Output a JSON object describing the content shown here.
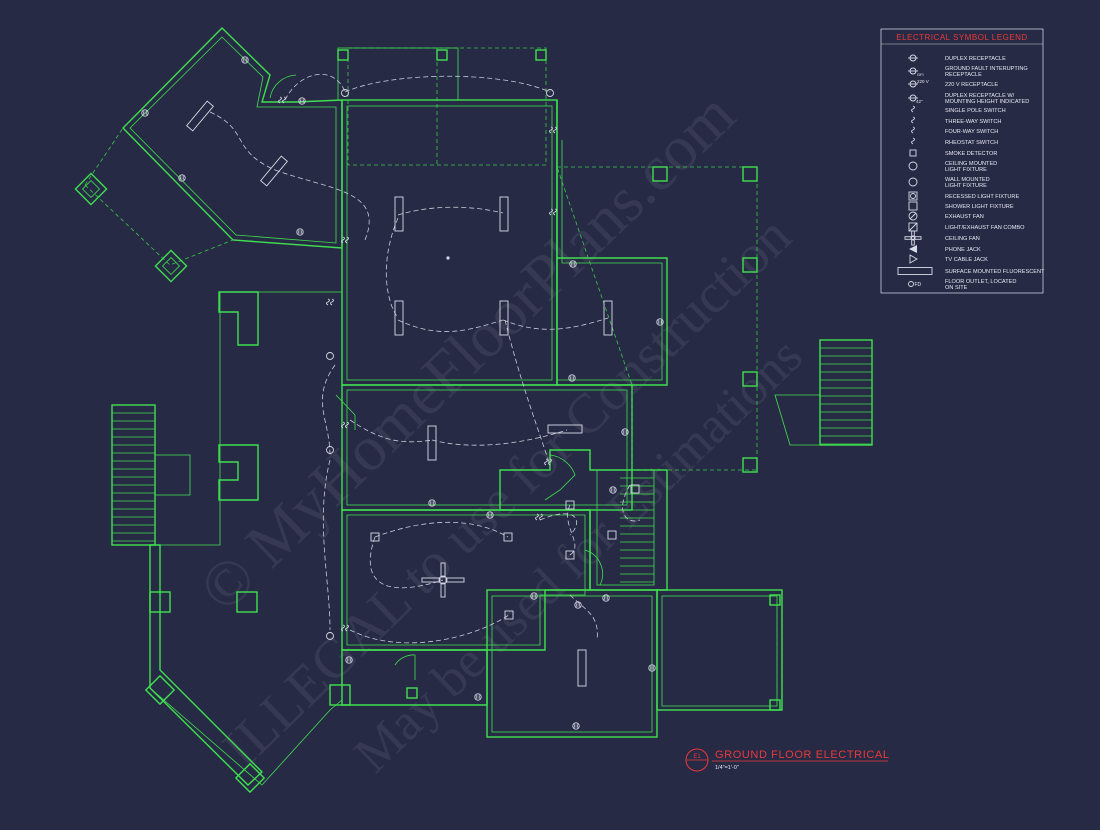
{
  "legend": {
    "title": "ELECTRICAL SYMBOL LEGEND",
    "items": [
      {
        "icon": "duplex-receptacle-icon",
        "lines": [
          "DUPLEX RECEPTACLE"
        ]
      },
      {
        "icon": "gfi-receptacle-icon",
        "lines": [
          "GROUND FAULT INTERUPTING",
          "RECEPTACLE"
        ]
      },
      {
        "icon": "220v-receptacle-icon",
        "lines": [
          "220 V RECEPTACLE"
        ]
      },
      {
        "icon": "duplex-receptacle-height-icon",
        "lines": [
          "DUPLEX RECEPTACLE W/",
          "MOUNTING HEIGHT INDICATED"
        ]
      },
      {
        "icon": "single-pole-switch-icon",
        "lines": [
          "SINGLE POLE SWITCH"
        ]
      },
      {
        "icon": "three-way-switch-icon",
        "lines": [
          "THREE-WAY SWITCH"
        ]
      },
      {
        "icon": "four-way-switch-icon",
        "lines": [
          "FOUR-WAY SWITCH"
        ]
      },
      {
        "icon": "rheostat-switch-icon",
        "lines": [
          "RHEOSTAT SWITCH"
        ]
      },
      {
        "icon": "smoke-detector-icon",
        "lines": [
          "SMOKE DETECTOR"
        ]
      },
      {
        "icon": "ceiling-light-icon",
        "lines": [
          "CEILING MOUNTED",
          "LIGHT FIXTURE"
        ]
      },
      {
        "icon": "wall-light-icon",
        "lines": [
          "WALL MOUNTED",
          "LIGHT FIXTURE"
        ]
      },
      {
        "icon": "recessed-light-icon",
        "lines": [
          "RECESSED LIGHT FIXTURE"
        ]
      },
      {
        "icon": "shower-light-icon",
        "lines": [
          "SHOWER LIGHT FIXTURE"
        ]
      },
      {
        "icon": "exhaust-fan-icon",
        "lines": [
          "EXHAUST FAN"
        ]
      },
      {
        "icon": "light-exhaust-combo-icon",
        "lines": [
          "LIGHT/EXHAUST FAN COMBO"
        ]
      },
      {
        "icon": "ceiling-fan-icon",
        "lines": [
          "CEILING FAN"
        ]
      },
      {
        "icon": "phone-jack-icon",
        "lines": [
          "PHONE JACK"
        ]
      },
      {
        "icon": "tv-cable-jack-icon",
        "lines": [
          "TV CABLE JACK"
        ]
      },
      {
        "icon": "surface-fluorescent-icon",
        "lines": [
          "SURFACE MOUNTED FLUORESCENT"
        ]
      },
      {
        "icon": "floor-outlet-icon",
        "lines": [
          "FLOOR OUTLET, LOCATED",
          "ON SITE"
        ]
      }
    ],
    "symbol_labels": {
      "v220": "220 V",
      "height": "42\"",
      "gfi": "GFI",
      "fd": "FD"
    }
  },
  "drawing": {
    "title": "GROUND FLOOR ELECTRICAL",
    "scale": "1/4\"=1'-0\"",
    "callout": "E1"
  },
  "watermark": {
    "lines": [
      "© MyHomeFloorPlans.com",
      "ILLEGAL to use for Construction",
      "May be used for Estimations"
    ]
  },
  "colors": {
    "background": "#272a45",
    "walls": "#3fe04f",
    "fixtures": "#d9dbe6",
    "legend_title": "#e83a3a",
    "title_red": "#e83a3a"
  }
}
